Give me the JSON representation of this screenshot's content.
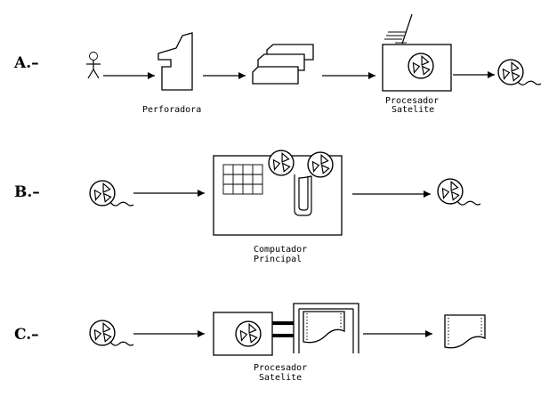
{
  "rows": {
    "a": {
      "label": "A.–",
      "perforadora": "Perforadora",
      "satellite_line1": "Procesador",
      "satellite_line2": "Satelite"
    },
    "b": {
      "label": "B.–",
      "main_line1": "Computador",
      "main_line2": "Principal"
    },
    "c": {
      "label": "C.–",
      "satellite_line1": "Procesador",
      "satellite_line2": "Satelite"
    }
  }
}
